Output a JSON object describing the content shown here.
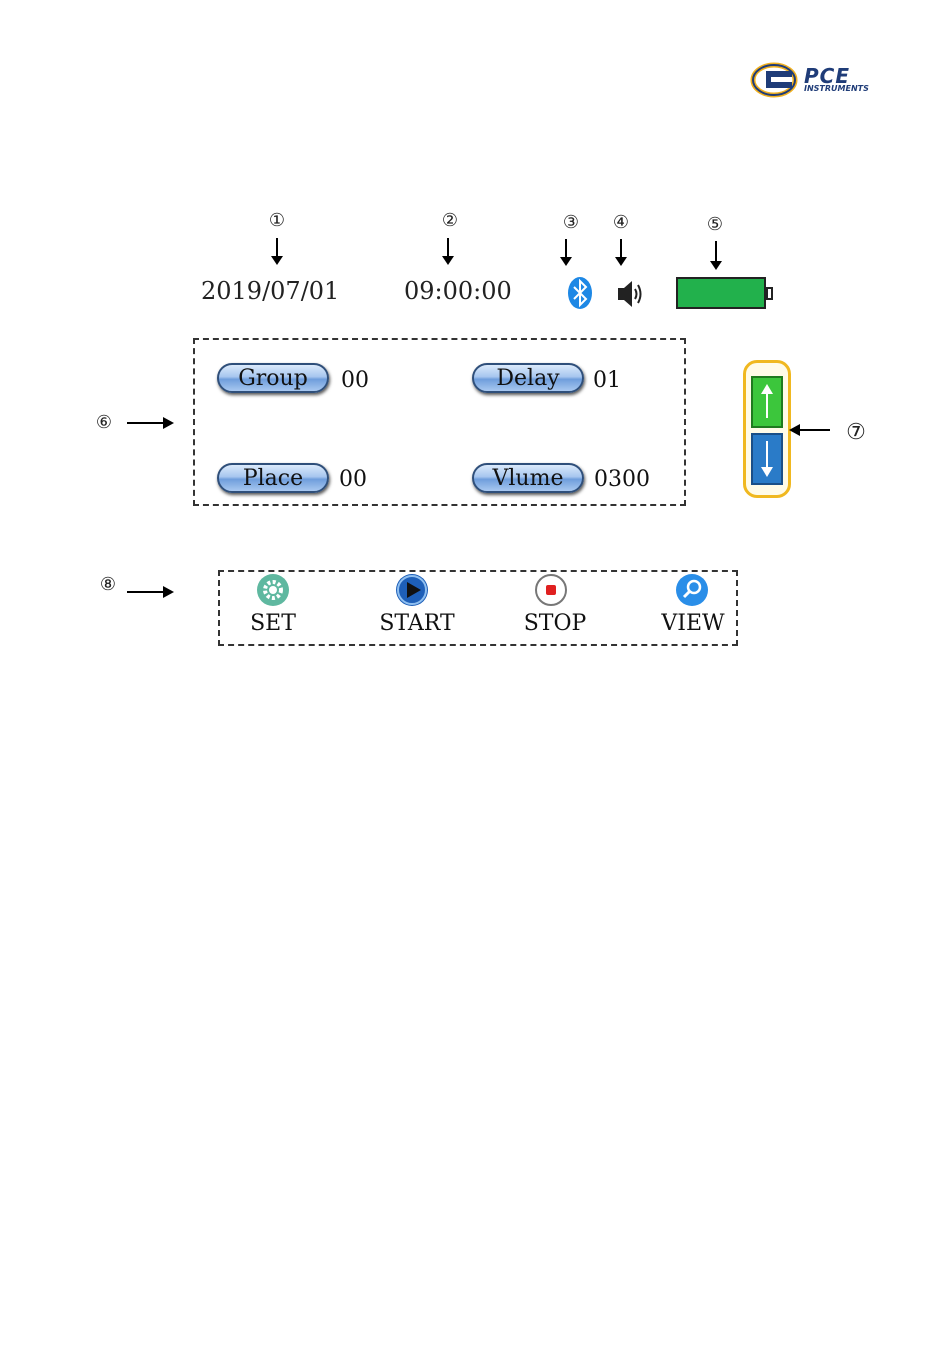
{
  "logo": {
    "brand": "PCE",
    "sub": "INSTRUMENTS"
  },
  "markers": [
    "①",
    "②",
    "③",
    "④",
    "⑤",
    "⑥",
    "⑦",
    "⑧"
  ],
  "status": {
    "date": "2019/07/01",
    "time": "09:00:00"
  },
  "params": [
    {
      "label": "Group",
      "value": "00"
    },
    {
      "label": "Delay",
      "value": "01"
    },
    {
      "label": "Place",
      "value": "00"
    },
    {
      "label": "Vlume",
      "value": "0300"
    }
  ],
  "actions": [
    {
      "label": "SET",
      "icon": "gear-icon"
    },
    {
      "label": "START",
      "icon": "play-icon"
    },
    {
      "label": "STOP",
      "icon": "stop-icon"
    },
    {
      "label": "VIEW",
      "icon": "magnifier-icon"
    }
  ],
  "colors": {
    "battery": "#22b14c",
    "up": "#3cc63c",
    "down": "#2a7bc8",
    "frame": "#f0b820"
  }
}
